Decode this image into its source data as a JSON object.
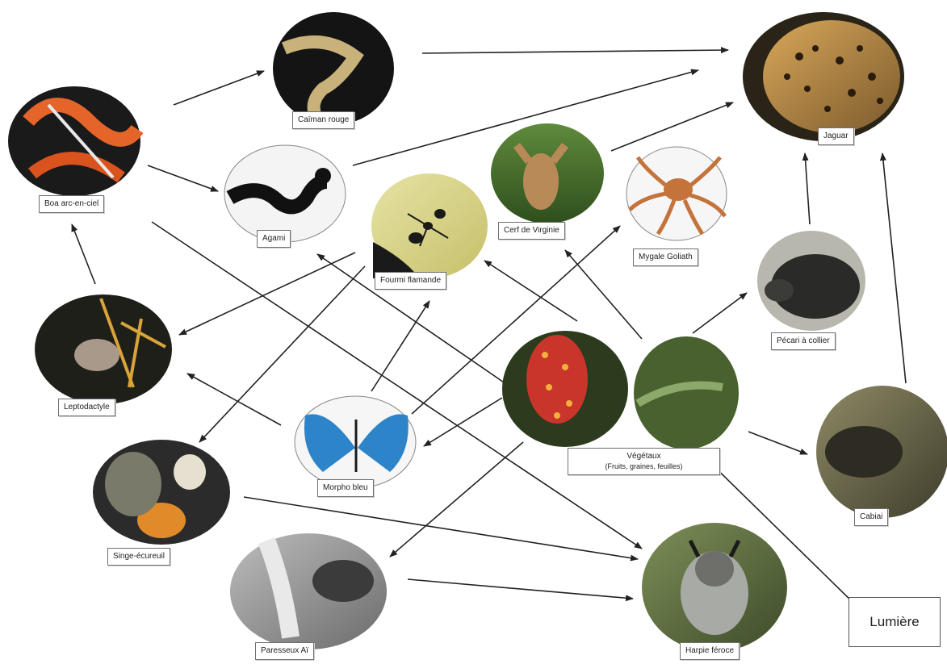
{
  "nodes": {
    "boa": "Boa arc-en-ciel",
    "caiman": "Caïman rouge",
    "jaguar": "Jaguar",
    "agami": "Agami",
    "cerf": "Cerf de Virginie",
    "mygale": "Mygale Goliath",
    "fourmi": "Fourmi flamande",
    "leptodactyle": "Leptodactyle",
    "pecari": "Pécari à collier",
    "vegetaux": "Végétaux",
    "vegetaux_sub": "(Fruits, graines, feuilles)",
    "morpho": "Morpho bleu",
    "singe": "Singe-écureuil",
    "cabiai": "Cabiai",
    "paresseux": "Paresseux Aï",
    "harpie": "Harpie féroce",
    "lumiere": "Lumière"
  },
  "colors": {
    "arrow": "#222222",
    "label_border": "#6f6f6f"
  },
  "icons": {
    "boa": "snake-photo",
    "caiman": "caiman-photo",
    "jaguar": "jaguar-photo",
    "agami": "bird-photo",
    "cerf": "deer-photo",
    "mygale": "spider-photo",
    "fourmi": "ant-photo",
    "leptodactyle": "frog-photo",
    "pecari": "peccary-photo",
    "vegetaux": "plants-photo",
    "morpho": "butterfly-photo",
    "singe": "monkey-photo",
    "cabiai": "capybara-photo",
    "paresseux": "sloth-photo",
    "harpie": "eagle-photo"
  }
}
